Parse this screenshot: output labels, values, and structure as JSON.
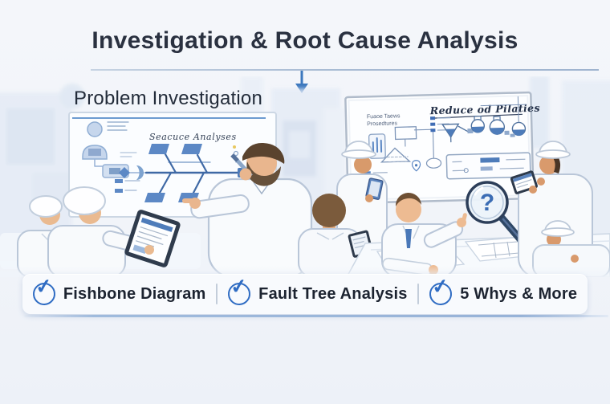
{
  "page": {
    "title": "Investigation & Root Cause Analysis"
  },
  "scene": {
    "heading": "Problem Investigation",
    "board_left": {
      "title": "Seacuce Analyses"
    },
    "board_right": {
      "label_line1": "Fuaoe Taews",
      "label_line2": "Prosedtures",
      "title": "Reduce od Pilaties"
    },
    "magnifier": {
      "glyph": "?"
    }
  },
  "footer": {
    "items": [
      {
        "icon": "check-circle-icon",
        "label": "Fishbone Diagram"
      },
      {
        "icon": "check-circle-icon",
        "label": "Fault Tree Analysis"
      },
      {
        "icon": "check-circle-icon",
        "label": "5 Whys & More"
      }
    ]
  },
  "icons": {
    "check_glyph": "✓"
  },
  "colors": {
    "accent_blue": "#2f6cc3",
    "diagram_blue": "#4e7cba",
    "title_text": "#2a3140",
    "footer_text": "#1c2330",
    "board_stroke": "#b0bbca",
    "background": "#f1f4f9",
    "magnifier_handle": "#2e4766"
  }
}
